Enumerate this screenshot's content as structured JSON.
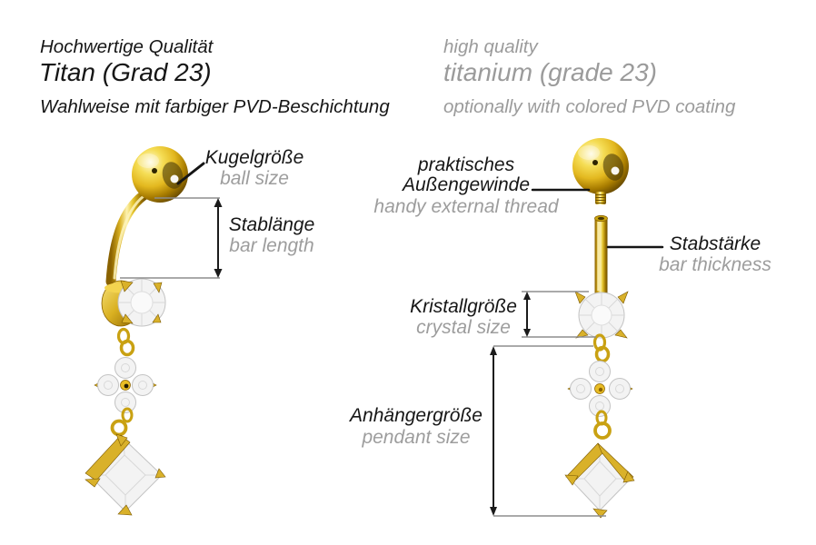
{
  "header": {
    "german": {
      "quality": "Hochwertige Qualität",
      "material": "Titan (Grad 23)",
      "coating": "Wahlweise mit farbiger PVD-Beschichtung"
    },
    "english": {
      "quality": "high quality",
      "material": "titanium (grade 23)",
      "coating": "optionally with colored PVD coating"
    }
  },
  "figures": {
    "left": {
      "labels": {
        "ball_size": {
          "de": "Kugelgröße",
          "en": "ball size"
        },
        "bar_length": {
          "de": "Stablänge",
          "en": "bar length"
        }
      }
    },
    "right": {
      "labels": {
        "external_thread": {
          "de1": "praktisches",
          "de2": "Außengewinde",
          "en": "handy external thread"
        },
        "bar_thickness": {
          "de": "Stabstärke",
          "en": "bar thickness"
        },
        "crystal_size": {
          "de": "Kristallgröße",
          "en": "crystal size"
        },
        "pendant_size": {
          "de": "Anhängergröße",
          "en": "pendant size"
        }
      }
    }
  },
  "colors": {
    "label_german": "#161616",
    "label_english": "#9d9d9d",
    "gold_highlight": "#fdf2b0",
    "gold_mid": "#e3b81f",
    "gold_dark": "#8a6200",
    "crystal": "#f3f3f3",
    "measure_line": "#1b1b1b",
    "helper_line": "#8d8d8d",
    "background": "#ffffff"
  }
}
